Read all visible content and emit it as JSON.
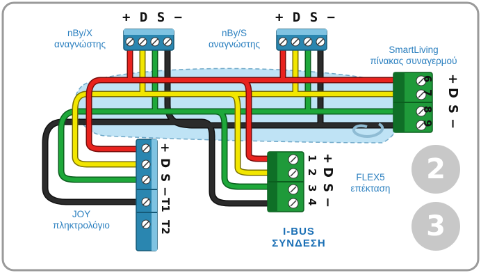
{
  "labels": {
    "nby_x": [
      "nBy/X",
      "αναγνώστης"
    ],
    "nby_s": [
      "nBy/S",
      "αναγνώστης"
    ],
    "smartliving": [
      "SmartLiving",
      "πίνακας συναγερμού"
    ],
    "flex5": [
      "FLEX5",
      "επέκταση"
    ],
    "joy": [
      "JOY",
      "πληκτρολόγιο"
    ],
    "ibus": [
      "I-BUS",
      "ΣΥΝΔΕΣΗ"
    ]
  },
  "terminals": {
    "top_reader_pins": "+ D S −",
    "smartliving_numbers": [
      "6",
      "7",
      "8",
      "9"
    ],
    "smartliving_pins": [
      "+",
      "D",
      "S",
      "−"
    ],
    "flex_numbers": [
      "1",
      "2",
      "3",
      "4"
    ],
    "flex_pins": [
      "+",
      "D",
      "S",
      "−"
    ],
    "joy_pins": [
      "+",
      "D",
      "S",
      "−",
      "T1",
      "T2"
    ]
  },
  "badges": [
    "2",
    "3"
  ],
  "colors": {
    "plus": "#e8231e",
    "data": "#f2e600",
    "signal": "#1ea83a",
    "ground": "#2b2b2b",
    "accent": "#2a7fbf",
    "badge": "#c8c8c8"
  }
}
